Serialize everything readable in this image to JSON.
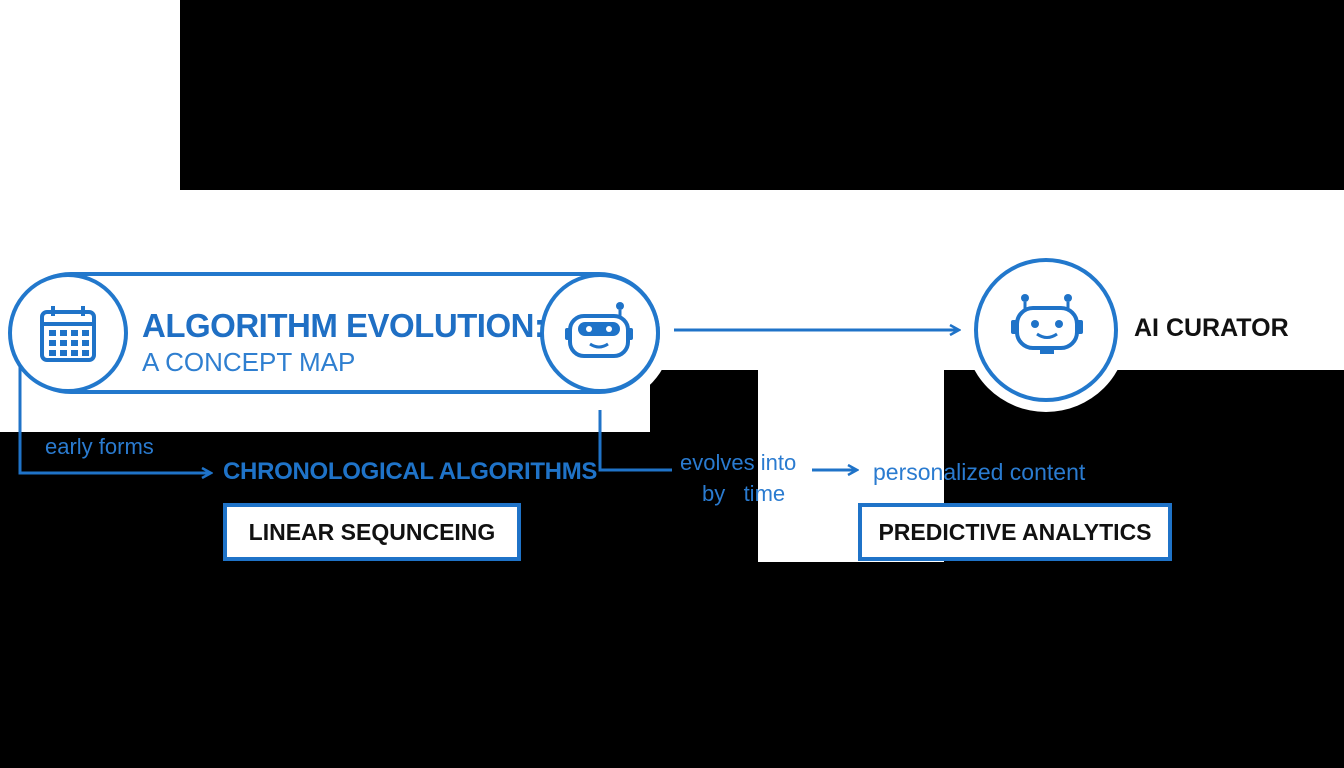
{
  "header": {
    "title": "ALGORITHM EVOLUTION:",
    "subtitle": "A CONCEPT MAP"
  },
  "labels": {
    "early_forms": "early forms",
    "chronological": "CHRONOLOGICAL ALGORITHMS",
    "evolves_into": "evolves into",
    "by_time": "by   time",
    "personalized": "personalized content",
    "ai_curator": "AI CURATOR"
  },
  "boxes": {
    "linear": "LINEAR SEQUNCEING",
    "predictive": "PREDICTIVE ANALYTICS"
  },
  "icons": {
    "left": "calendar-icon",
    "middle": "robot-icon",
    "right": "robot-icon"
  },
  "colors": {
    "accent": "#1f73c8",
    "accent_light": "#2a7bd0",
    "background_masks": "#000000"
  }
}
